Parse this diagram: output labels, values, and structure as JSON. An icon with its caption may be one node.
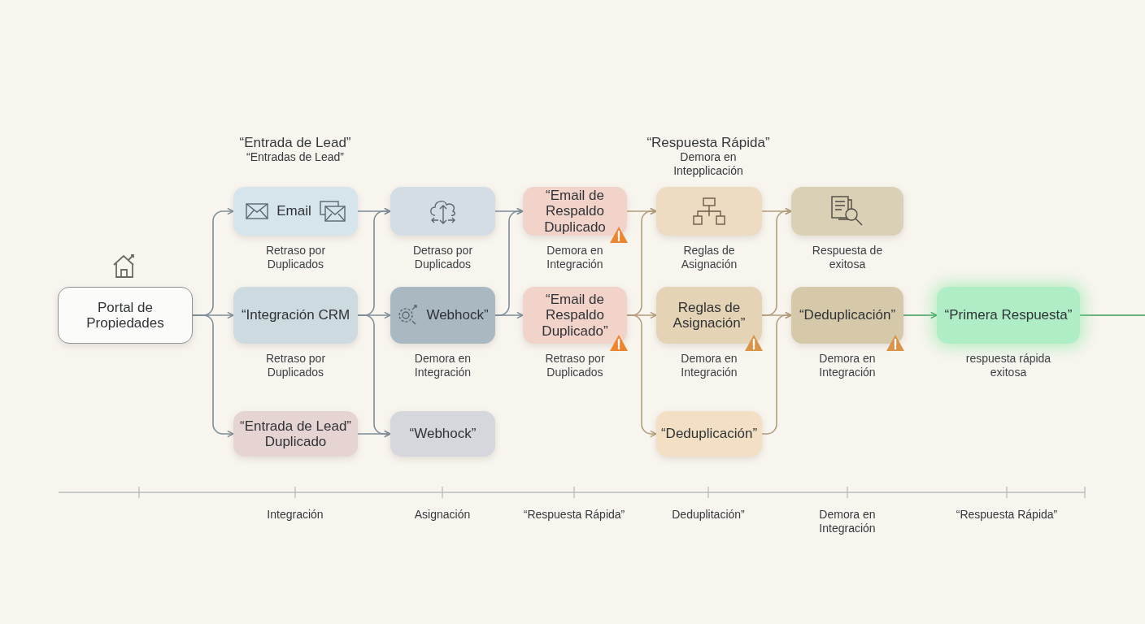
{
  "diagram": {
    "nodes": [
      {
        "text": [
          "Portal de Propiedades"
        ]
      },
      {
        "text": [
          "Email"
        ],
        "beside": [
          "Retraso por Duplicados"
        ]
      },
      {
        "text": [
          "“Integración CRM"
        ],
        "beside": [
          "Retraso por Duplicados"
        ]
      },
      {
        "text": [
          "“Entrada de Lead” Duplicado"
        ]
      },
      {
        "text": [],
        "shape": "box",
        "beside": [
          "Detraso por Duplicados"
        ]
      },
      {
        "text": [
          "Webhock”"
        ],
        "beside": [
          "Demora en Integración"
        ]
      },
      {
        "text": [
          "“Webhock”"
        ]
      },
      {
        "text": [
          "“Email de Respaldo Duplicado"
        ],
        "beside": [
          "Demora en Integración"
        ]
      },
      {
        "text": [
          "“Email de Respaldo Duplicado”"
        ],
        "beside": [
          "Retraso por Duplicados"
        ]
      },
      {
        "text": [],
        "shape": "box",
        "beside": [
          "Reglas de Asignación"
        ]
      },
      {
        "text": [
          "Reglas de Asignación”"
        ],
        "beside": [
          "Demora en Integración"
        ]
      },
      {
        "text": [
          "“Deduplicación”"
        ]
      },
      {
        "text": [],
        "shape": "box",
        "beside": [
          "Respuesta de exitosa"
        ]
      },
      {
        "text": [
          "“Deduplicación”"
        ],
        "beside": [
          "Demora en Integración"
        ]
      },
      {
        "text": [
          "“Primera Respuesta”"
        ],
        "beside": [
          "respuesta rápida exitosa"
        ]
      }
    ],
    "edges": [
      {
        "from": 0,
        "to": 1,
        "arrow": "to"
      },
      {
        "from": 0,
        "to": 2,
        "arrow": "to"
      },
      {
        "from": 0,
        "to": 3,
        "arrow": "to"
      },
      {
        "from": 1,
        "to": 4,
        "arrow": "to"
      },
      {
        "from": 2,
        "to": 4,
        "arrow": "to"
      },
      {
        "from": 2,
        "to": 5,
        "arrow": "to"
      },
      {
        "from": 2,
        "to": 6,
        "arrow": "to"
      },
      {
        "from": 3,
        "to": 6,
        "arrow": "to"
      },
      {
        "from": 4,
        "to": 7,
        "arrow": "to"
      },
      {
        "from": 5,
        "to": 7,
        "arrow": "to"
      },
      {
        "from": 5,
        "to": 8,
        "arrow": "to"
      },
      {
        "from": 7,
        "to": 9,
        "arrow": "to",
        "color": "#b39c7c"
      },
      {
        "from": 8,
        "to": 9,
        "arrow": "to",
        "color": "#b39c7c"
      },
      {
        "from": 8,
        "to": 10,
        "arrow": "to",
        "color": "#b39c7c"
      },
      {
        "from": 8,
        "to": 11,
        "arrow": "to",
        "color": "#b39c7c"
      },
      {
        "from": 9,
        "to": 12,
        "arrow": "to",
        "color": "#b39c7c"
      },
      {
        "from": 10,
        "to": 12,
        "arrow": "to",
        "color": "#b39c7c"
      },
      {
        "from": 10,
        "to": 13,
        "arrow": "to",
        "color": "#b39c7c"
      },
      {
        "from": 11,
        "to": 13,
        "arrow": "to",
        "color": "#b39c7c"
      },
      {
        "from": 13,
        "to": 14,
        "arrow": "to",
        "color": "#3a9a5a"
      },
      {
        "from": 14,
        "to": null,
        "arrow": "none",
        "color": "#3a9a5a"
      }
    ],
    "labels": [
      "“Entrada de Lead”",
      "“Entradas de Lead”",
      "“Respuesta Rápida”",
      "Demora en Intepplicación",
      "Integración",
      "Asignación",
      "“Respuesta Rápida”",
      "Deduplitación”",
      "Demora en Integración",
      "“Respuesta Rápida”"
    ]
  }
}
